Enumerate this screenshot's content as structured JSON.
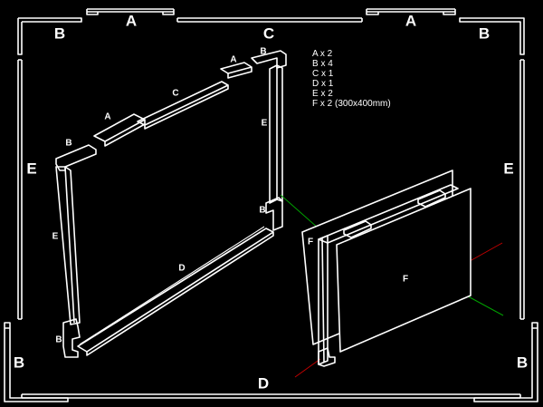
{
  "border_labels": {
    "top_left_a": "A",
    "top_center_c": "C",
    "top_right_a": "A",
    "top_left_b": "B",
    "top_right_b": "B",
    "left_e": "E",
    "right_e": "E",
    "bottom_left_b": "B",
    "bottom_right_b": "B",
    "bottom_d": "D"
  },
  "frame_labels": {
    "top_a_right": "A",
    "top_b_right": "B",
    "top_c": "C",
    "top_a_left": "A",
    "top_b_left": "B",
    "right_e": "E",
    "right_b": "B",
    "left_e": "E",
    "bottom_d": "D",
    "bottom_b": "B"
  },
  "legend": [
    "A x 2",
    "B x 4",
    "C x 1",
    "D x 1",
    "E x 2",
    "F x 2 (300x400mm)"
  ],
  "assembly_labels": {
    "back_panel": "F",
    "front_panel": "F"
  },
  "colors": {
    "background": "#000000",
    "lines": "#ffffff",
    "axis_red": "#c00000",
    "axis_green": "#00a000"
  }
}
